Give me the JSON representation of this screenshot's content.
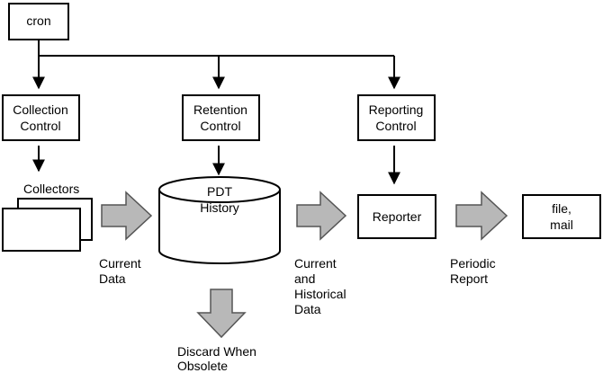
{
  "nodes": {
    "cron": "cron",
    "collection_control": [
      "Collection",
      "Control"
    ],
    "retention_control": [
      "Retention",
      "Control"
    ],
    "reporting_control": [
      "Reporting",
      "Control"
    ],
    "collectors": "Collectors",
    "pdt_history": [
      "PDT",
      "History"
    ],
    "reporter": "Reporter",
    "file_mail": [
      "file,",
      "mail"
    ]
  },
  "flow_labels": {
    "current_data": [
      "Current",
      "Data"
    ],
    "current_historical_data": [
      "Current",
      "and",
      "Historical",
      "Data"
    ],
    "periodic_report": [
      "Periodic",
      "Report"
    ],
    "discard": [
      "Discard When",
      "Obsolete"
    ]
  },
  "colors": {
    "stroke": "#000000",
    "flow_arrow_fill": "#b8b8b8",
    "background": "#ffffff"
  }
}
